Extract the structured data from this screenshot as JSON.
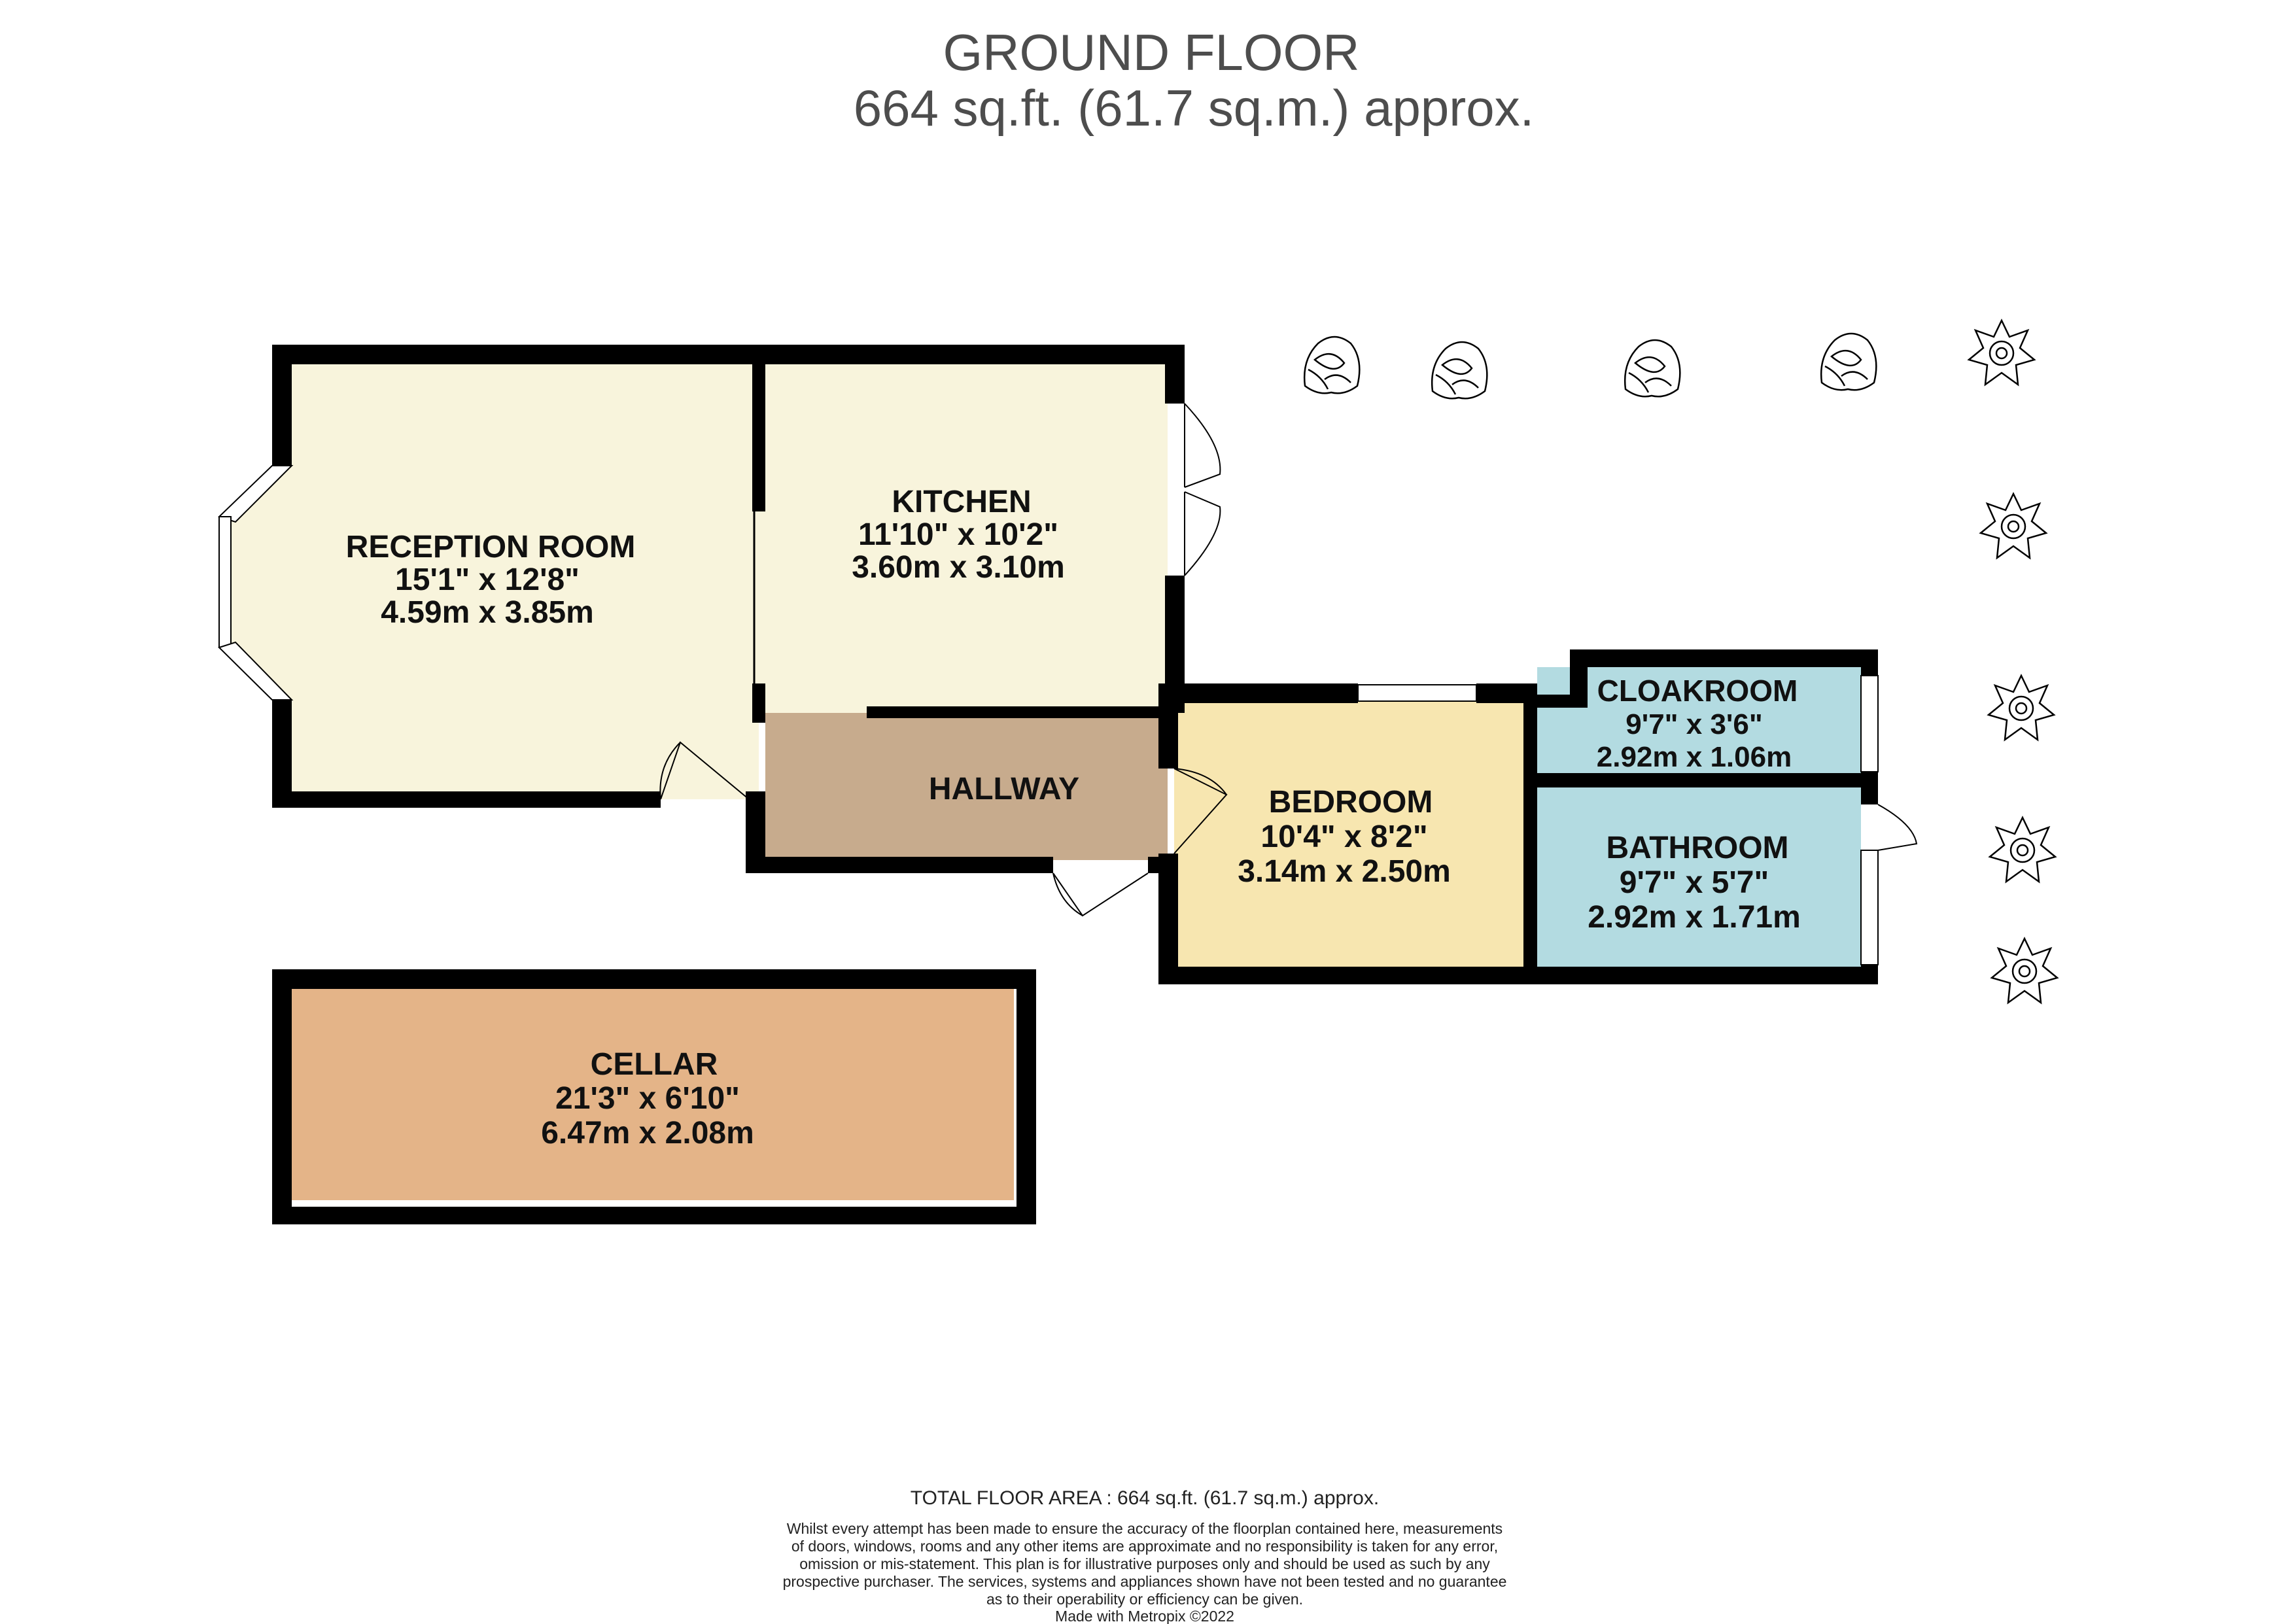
{
  "header": {
    "title": "GROUND FLOOR",
    "subtitle": "664 sq.ft. (61.7 sq.m.) approx."
  },
  "rooms": {
    "reception": {
      "name": "RECEPTION ROOM",
      "imperial": "15'1\"  x 12'8\"",
      "metric": "4.59m  x 3.85m",
      "color": "#f8f4dc"
    },
    "kitchen": {
      "name": "KITCHEN",
      "imperial": "11'10\"  x 10'2\"",
      "metric": "3.60m  x 3.10m",
      "color": "#f8f4dc"
    },
    "hallway": {
      "name": "HALLWAY",
      "color": "#c7ab8d"
    },
    "bedroom": {
      "name": "BEDROOM",
      "imperial": "10'4\"  x 8'2\"",
      "metric": "3.14m  x 2.50m",
      "color": "#f7e6b0"
    },
    "cloakroom": {
      "name": "CLOAKROOM",
      "imperial": "9'7\"  x 3'6\"",
      "metric": "2.92m  x 1.06m",
      "color": "#b3dbe1"
    },
    "bathroom": {
      "name": "BATHROOM",
      "imperial": "9'7\"  x 5'7\"",
      "metric": "2.92m  x 1.71m",
      "color": "#b3dbe1"
    },
    "cellar": {
      "name": "CELLAR",
      "imperial": "21'3\"  x 6'10\"",
      "metric": "6.47m  x 2.08m",
      "color": "#e4b488"
    }
  },
  "footer": {
    "total": "TOTAL FLOOR AREA : 664 sq.ft. (61.7 sq.m.) approx.",
    "disclaimer": [
      "Whilst every attempt has been made to ensure the accuracy of the floorplan contained here, measurements",
      "of doors, windows, rooms and any other items are approximate and no responsibility is taken for any error,",
      "omission or mis-statement. This plan is for illustrative purposes only and should be used as such by any",
      "prospective purchaser. The services, systems and appliances shown have not been tested and no guarantee",
      "as to their operability or efficiency can be given."
    ],
    "credit": "Made with Metropix ©2022"
  },
  "colors": {
    "wall": "#000000",
    "title": "#4d4d4d"
  },
  "icons": [
    "shrub-icon",
    "flower-icon"
  ]
}
